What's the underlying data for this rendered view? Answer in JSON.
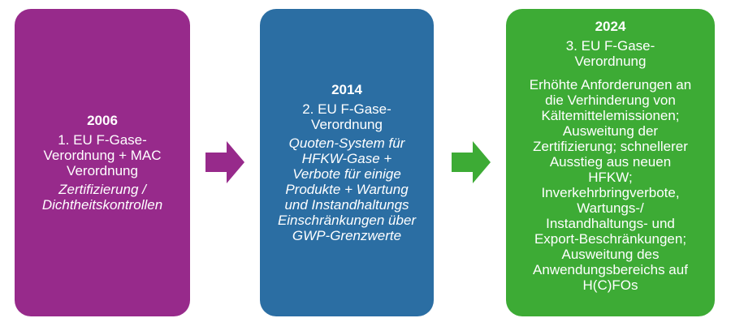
{
  "colors": {
    "box_2006": "#972a8b",
    "box_2014": "#2b6ea3",
    "box_2024": "#3dab35",
    "arrow_1": "#972a8b",
    "arrow_2": "#3dab35",
    "text": "#ffffff"
  },
  "boxes": [
    {
      "year": "2006",
      "title": "1. EU F-Gase-\nVerordnung  + MAC\nVerordnung",
      "description": "Zertifizierung /\nDichtheitskontrollen",
      "description_style": "italic"
    },
    {
      "year": "2014",
      "title": "2. EU F-Gase-\nVerordnung",
      "description": "Quoten-System für\nHFKW-Gase +\nVerbote für einige\nProdukte + Wartung\nund Instandhaltungs\nEinschränkungen über\nGWP-Grenzwerte",
      "description_style": "italic"
    },
    {
      "year": "2024",
      "title": "3. EU F-Gase-\nVerordnung",
      "description": "Erhöhte Anforderungen an\ndie Verhinderung von\nKältemittelemissionen;\nAusweitung der\nZertifizierung; schnellerer\nAusstieg aus neuen\nHFKW;\nInverkehrbringverbote,\nWartungs-/\nInstandhaltungs- und\nExport-Beschränkungen;\nAusweitung des\nAnwendungsbereichs auf\nH(C)FOs",
      "description_style": "normal"
    }
  ],
  "arrows": [
    {
      "icon": "right-arrow-icon",
      "color_key": "arrow_1"
    },
    {
      "icon": "right-arrow-icon",
      "color_key": "arrow_2"
    }
  ]
}
